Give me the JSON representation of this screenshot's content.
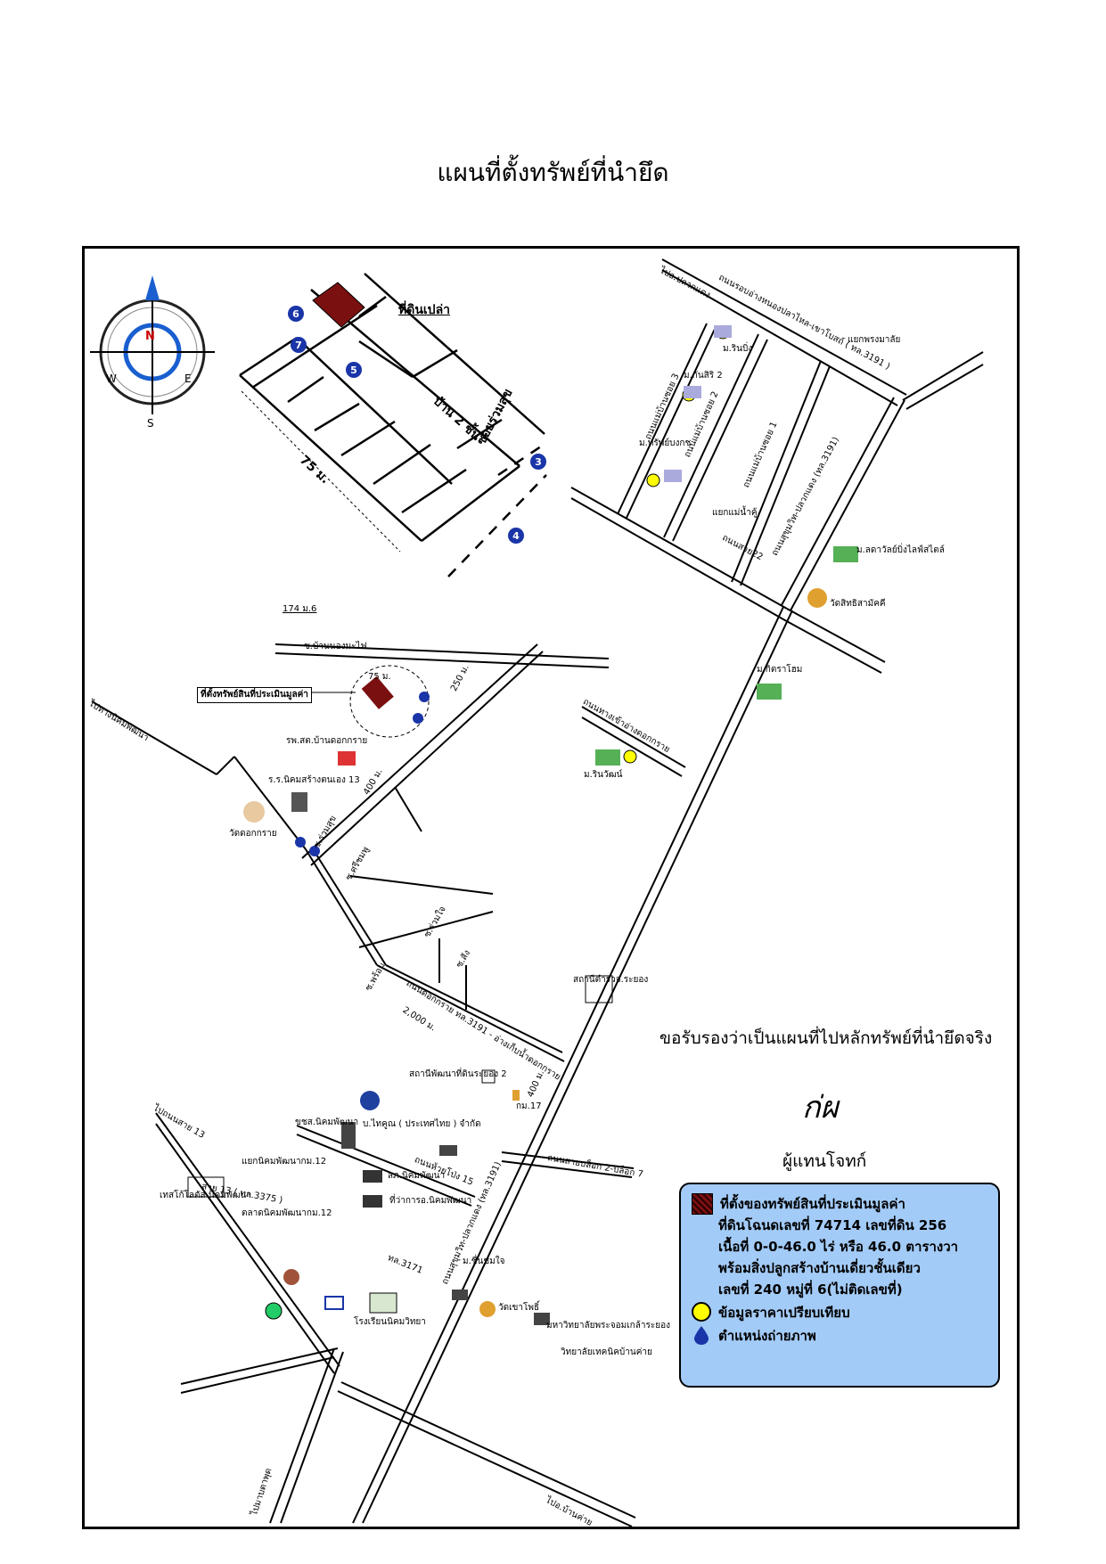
{
  "title": "แผนที่ตั้งทรัพย์ที่นำยึด",
  "compass": {
    "n": "N",
    "s": "S",
    "e": "E",
    "w": "W"
  },
  "inset": {
    "vacant_land": "ที่ดินเปล่า",
    "house_label": "บ้าน 2 ชั้น",
    "distance": "75 ม.",
    "soi": "ซอยร่วมสุข",
    "photo_points": [
      "6",
      "7",
      "5",
      "3",
      "4"
    ]
  },
  "map_labels": {
    "to_pluak_daeng": "ไปอ.ปลวกแดง",
    "road_nong_pla_lai": "ถนนรอบอ่างหนองปลาไหล-เขาโบสถ์ ( ทล.3191 )",
    "junction_phon_yang": "แยกพรงมาลัย",
    "village_1": "ม.รินบิ่ง",
    "village_2": "ม.กันสิริ 2",
    "village_3": "ม.ทรัพย์บงกช",
    "road_mae_chalong_3": "ถนนแม่บ้านซอย 3",
    "road_mae_chalong_2": "ถนนแม่บ้านซอย 2",
    "road_mae_chalong_1": "ถนนแม่บ้านซอย 1",
    "junction_mae_nam": "แยกแม่น้ำคู้",
    "road_h22": "ถนนสาย22",
    "village_ladda": "ม.ลดาวัลย์บิ่งไลฟ์สไตล์",
    "temple_right": "วัดสิทธิสามัคคี",
    "road_sukhumvit_pluakdaeng": "ถนนสุขุมวิท-ปลวกแดง (ทล.3191)",
    "village_kittra": "ม.กิตราโฮม",
    "village_4": "ม.รินวัฒน์",
    "road_to_reservoir": "ถนนทางเข้าอ่างดอกกราย",
    "house_174": "174 ม.6",
    "soi_ban_nong_ma_fai": "ซ.บ้านนองมะไฟ",
    "property_callout": "ที่ตั้งทรัพย์สินที่ประเมินมูลค่า",
    "dist_75": "75 ม.",
    "dist_250": "250 ม.",
    "dist_400": "400 ม.",
    "hospital": "รพ.สต.บ้านดอกกราย",
    "school_13": "ร.ร.นิคมสร้างตนเอง 13",
    "temple_left": "วัดดอกกราย",
    "soi_ruam_suk": "ซ.ร่วมสุข",
    "soi_sri_chompu": "ซ.ศรีชมพู",
    "road_to_nikhom": "ไปทางนิคมพัฒนา",
    "soi_ruam_jai": "ซ.ร่วมใจ",
    "soi_sang": "ซ.สัง",
    "soi_wot": "ซ.พร้อม",
    "road_dokkrai": "ถนนดอกกราย ทล.3191 - อ่างเก็บน้ำดอกกราย",
    "dist_2000": "2,000 ม.",
    "police": "สถานีตำรวจ.ระยอง",
    "land_dev": "สถานีพัฒนาที่ดินระยอง 2",
    "dist_400b": "400 ม.",
    "km_17": "กม.17",
    "company": "บ.ไทคูณ ( ประเทศไทย ) จำกัด",
    "road_huay_pong": "ถนนห้วยโป่ง 15",
    "road_block": "ถนนสายบล็อก 2-บล็อก 7",
    "road_sukhumvit_bottom": "ถนนสุขุมวิท-ปลวกแดง (ทล.3191)",
    "to_sai_13": "ไปถนนสาย 13",
    "nikhom_office": "ขชส.นิคมพัฒนา",
    "junction_12": "แยกนิคมพัฒนากม.12",
    "sai_13": "สาย 13 ( ทล.3375 )",
    "post": "สภ.นิคมพัฒนา",
    "district": "ที่ว่าการอ.นิคมพัฒนา",
    "market": "ตลาดนิคมพัฒนากม.12",
    "tesco": "เทสโก้โลตัส นิคมพัฒนา",
    "shop": "ม.ชื่นชมใจ",
    "temple_bottom": "วัดเขาโพธิ์",
    "hw_3171": "ทล.3171",
    "university": "มหาวิทยาลัยพระจอมเกล้าระยอง",
    "college": "วิทยาลัยเทคนิคบ้านค่าย",
    "school_bottom": "โรงเรียนนิคมวิทยา",
    "to_ban_khai": "ไปอ.บ้านค่าย",
    "to_map_ta_phut": "ไปมาบตาพุด"
  },
  "certify_text": "ขอรับรองว่าเป็นแผนที่ไปหลักทรัพย์ที่นำยึดจริง",
  "signature": "ก่ผ",
  "representative": "ผู้แทนโจทก์",
  "legend": {
    "location_title": "ที่ตั้งของทรัพย์สินที่ประเมินมูลค่า",
    "deed": "ที่ดินโฉนดเลขที่ 74714 เลขที่ดิน 256",
    "area": "เนื้อที่ 0-0-46.0 ไร่ หรือ 46.0 ตารางวา",
    "building": "พร้อมสิ่งปลูกสร้างบ้านเดี่ยวชั้นเดียว",
    "house_no": "เลขที่ 240 หมู่ที่ 6(ไม่ติดเลขที่)",
    "comparison": "ข้อมูลราคาเปรียบเทียบ",
    "photo_pos": "ตำแหน่งถ่ายภาพ"
  },
  "colors": {
    "legend_bg": "#a3cbf7",
    "photo_marker": "#1a35a8",
    "comparison_dot": "#ffff00",
    "property": "#7a1010",
    "compass_arrow": "#1a5fd0"
  }
}
